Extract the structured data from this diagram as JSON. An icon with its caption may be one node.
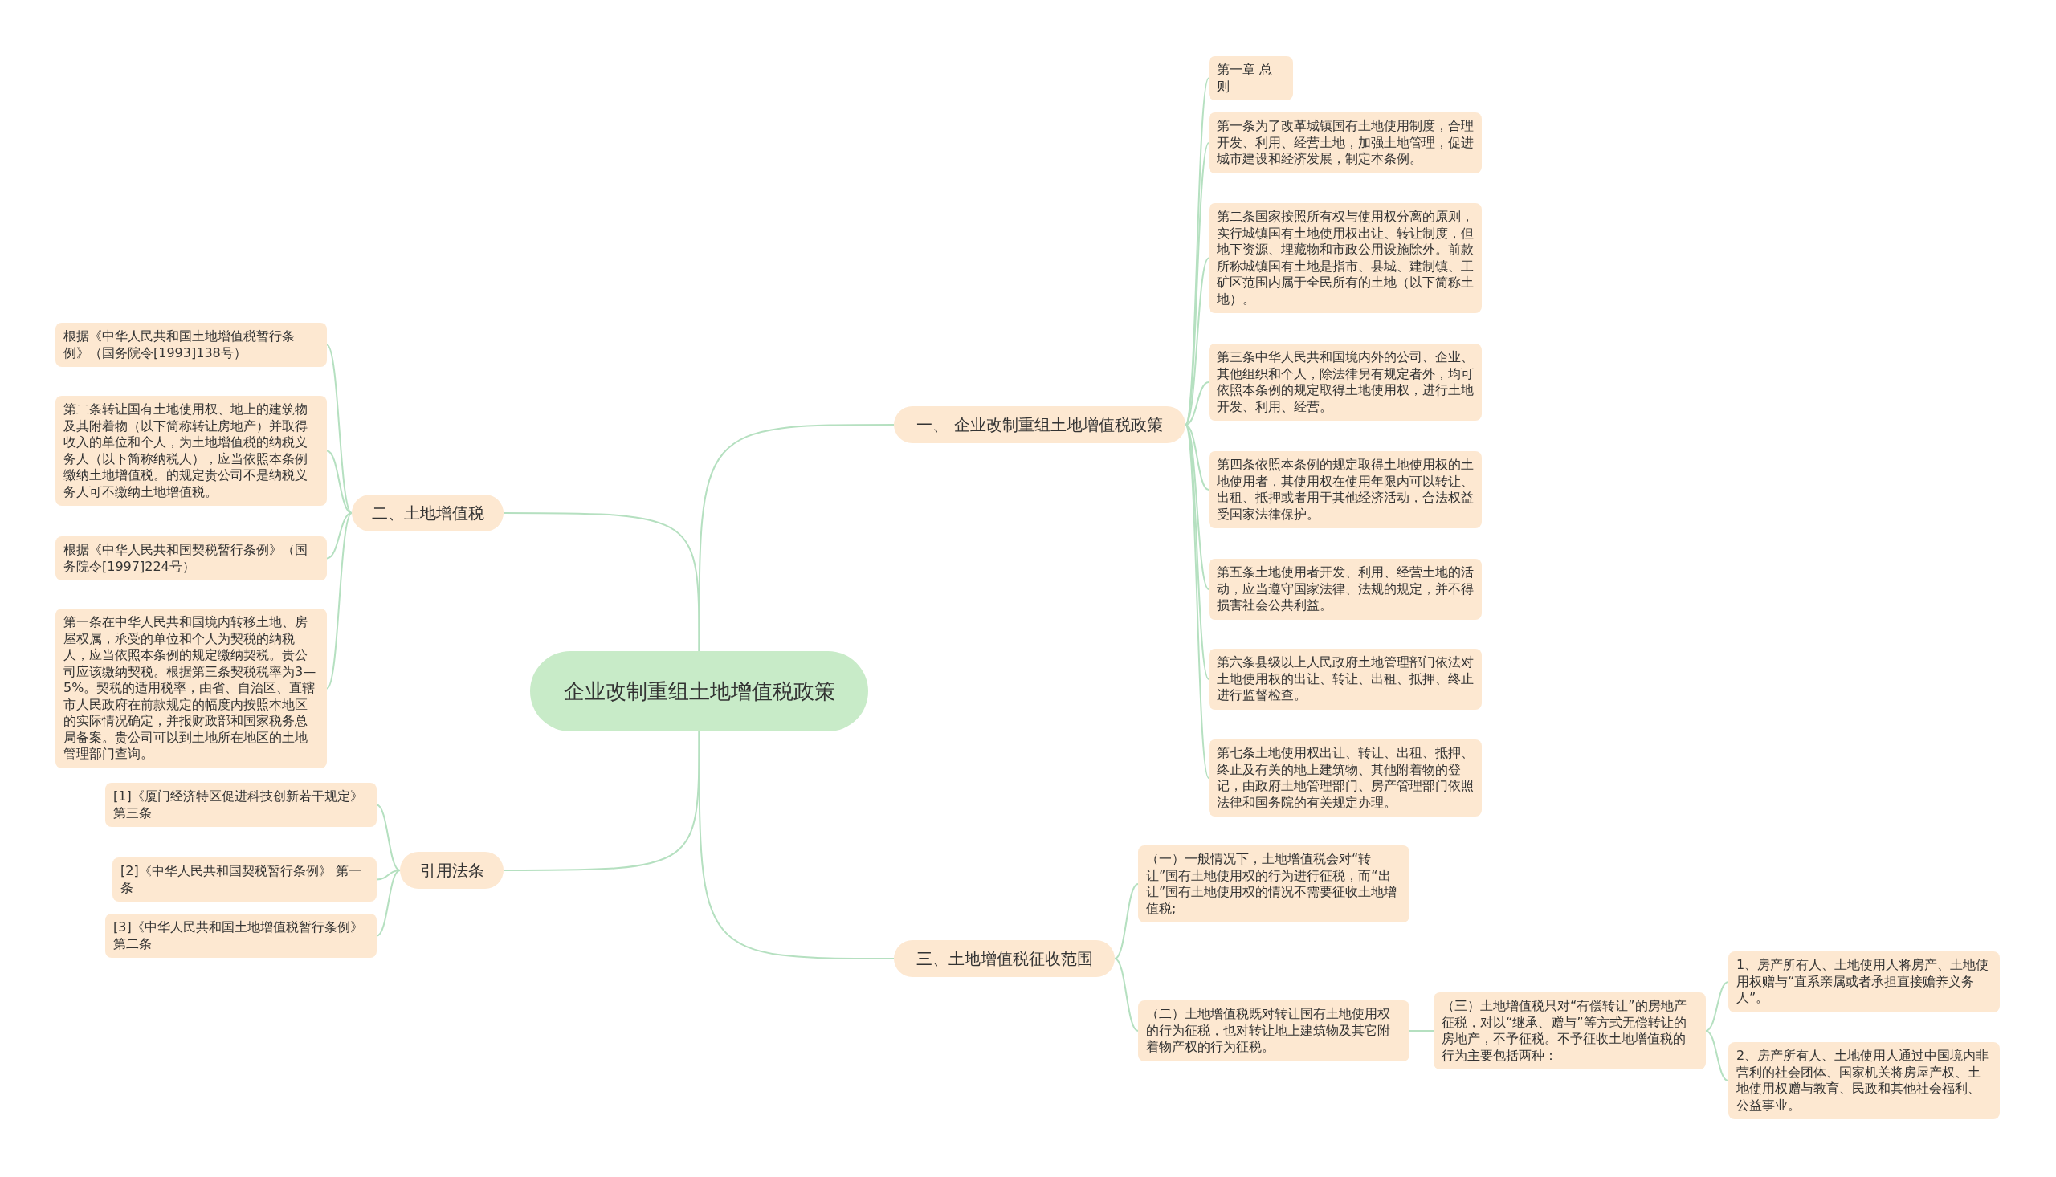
{
  "diagram": {
    "nodes": [
      {
        "text": [
          "企业改制重组土地增值税政策"
        ]
      },
      {
        "text": [
          "一、 企业改制重组土地增值税政策"
        ]
      },
      {
        "text": [
          "第一章 总则"
        ]
      },
      {
        "text": [
          "第一条为了改革城镇国有土地使用制度，合理开发、利用、经营土地，加强土地管理，促进城市建设和经济发展，制定本条例。"
        ]
      },
      {
        "text": [
          "第二条国家按照所有权与使用权分离的原则，实行城镇国有土地使用权出让、转让制度，但地下资源、埋藏物和市政公用设施除外。前款所称城镇国有土地是指市、县城、建制镇、工矿区范围内属于全民所有的土地（以下简称土地）。"
        ]
      },
      {
        "text": [
          "第三条中华人民共和国境内外的公司、企业、其他组织和个人，除法律另有规定者外，均可依照本条例的规定取得土地使用权，进行土地开发、利用、经营。"
        ]
      },
      {
        "text": [
          "第四条依照本条例的规定取得土地使用权的土地使用者，其使用权在使用年限内可以转让、出租、抵押或者用于其他经济活动，合法权益受国家法律保护。"
        ]
      },
      {
        "text": [
          "第五条土地使用者开发、利用、经营土地的活动，应当遵守国家法律、法规的规定，并不得损害社会公共利益。"
        ]
      },
      {
        "text": [
          "第六条县级以上人民政府土地管理部门依法对土地使用权的出让、转让、出租、抵押、终止进行监督检查。"
        ]
      },
      {
        "text": [
          "第七条土地使用权出让、转让、出租、抵押、终止及有关的地上建筑物、其他附着物的登记，由政府土地管理部门、房产管理部门依照法律和国务院的有关规定办理。"
        ]
      },
      {
        "text": [
          "二、土地增值税"
        ]
      },
      {
        "text": [
          "根据《中华人民共和国土地增值税暂行条例》（国务院令[1993]138号）"
        ]
      },
      {
        "text": [
          "第二条转让国有土地使用权、地上的建筑物及其附着物（以下简称转让房地产）并取得收入的单位和个人，为土地增值税的纳税义务人（以下简称纳税人），应当依照本条例缴纳土地增值税。的规定贵公司不是纳税义务人可不缴纳土地增值税。"
        ]
      },
      {
        "text": [
          "根据《中华人民共和国契税暂行条例》（国务院令[1997]224号）"
        ]
      },
      {
        "text": [
          "第一条在中华人民共和国境内转移土地、房屋权属，承受的单位和个人为契税的纳税人，应当依照本条例的规定缴纳契税。贵公司应该缴纳契税。根据第三条契税税率为3—5%。契税的适用税率，由省、自治区、直辖市人民政府在前款规定的幅度内按照本地区的实际情况确定，并报财政部和国家税务总局备案。贵公司可以到土地所在地区的土地管理部门查询。"
        ]
      },
      {
        "text": [
          "引用法条"
        ]
      },
      {
        "text": [
          "[1]《厦门经济特区促进科技创新若干规定》第三条"
        ]
      },
      {
        "text": [
          "[2]《中华人民共和国契税暂行条例》 第一条"
        ]
      },
      {
        "text": [
          "[3]《中华人民共和国土地增值税暂行条例》第二条"
        ]
      },
      {
        "text": [
          "三、土地增值税征收范围"
        ]
      },
      {
        "text": [
          "（一）一般情况下，土地增值税会对“转让”国有土地使用权的行为进行征税，而“出让”国有土地使用权的情况不需要征收土地增值税;"
        ]
      },
      {
        "text": [
          "（二）土地增值税既对转让国有土地使用权的行为征税，也对转让地上建筑物及其它附着物产权的行为征税。"
        ]
      },
      {
        "text": [
          "（三）土地增值税只对“有偿转让”的房地产征税，对以“继承、赠与”等方式无偿转让的房地产，不予征税。不予征收土地增值税的行为主要包括两种："
        ]
      },
      {
        "text": [
          "1、房产所有人、土地使用人将房产、土地使用权赠与“直系亲属或者承担直接赡养义务人”。"
        ]
      },
      {
        "text": [
          "2、房产所有人、土地使用人通过中国境内非营利的社会团体、国家机关将房屋产权、土地使用权赠与教育、民政和其他社会福利、公益事业。"
        ]
      }
    ],
    "edges": [
      {
        "from": 0,
        "to": 1,
        "arrow": "none"
      },
      {
        "from": 0,
        "to": 10,
        "arrow": "none"
      },
      {
        "from": 0,
        "to": 15,
        "arrow": "none"
      },
      {
        "from": 0,
        "to": 19,
        "arrow": "none"
      },
      {
        "from": 1,
        "to": 2,
        "arrow": "none"
      },
      {
        "from": 1,
        "to": 3,
        "arrow": "none"
      },
      {
        "from": 1,
        "to": 4,
        "arrow": "none"
      },
      {
        "from": 1,
        "to": 5,
        "arrow": "none"
      },
      {
        "from": 1,
        "to": 6,
        "arrow": "none"
      },
      {
        "from": 1,
        "to": 7,
        "arrow": "none"
      },
      {
        "from": 1,
        "to": 8,
        "arrow": "none"
      },
      {
        "from": 1,
        "to": 9,
        "arrow": "none"
      },
      {
        "from": 10,
        "to": 11,
        "arrow": "none"
      },
      {
        "from": 10,
        "to": 12,
        "arrow": "none"
      },
      {
        "from": 10,
        "to": 13,
        "arrow": "none"
      },
      {
        "from": 10,
        "to": 14,
        "arrow": "none"
      },
      {
        "from": 15,
        "to": 16,
        "arrow": "none"
      },
      {
        "from": 15,
        "to": 17,
        "arrow": "none"
      },
      {
        "from": 15,
        "to": 18,
        "arrow": "none"
      },
      {
        "from": 19,
        "to": 20,
        "arrow": "none"
      },
      {
        "from": 19,
        "to": 21,
        "arrow": "none"
      },
      {
        "from": 21,
        "to": 22,
        "arrow": "none"
      },
      {
        "from": 22,
        "to": 23,
        "arrow": "none"
      },
      {
        "from": 22,
        "to": 24,
        "arrow": "none"
      }
    ]
  }
}
